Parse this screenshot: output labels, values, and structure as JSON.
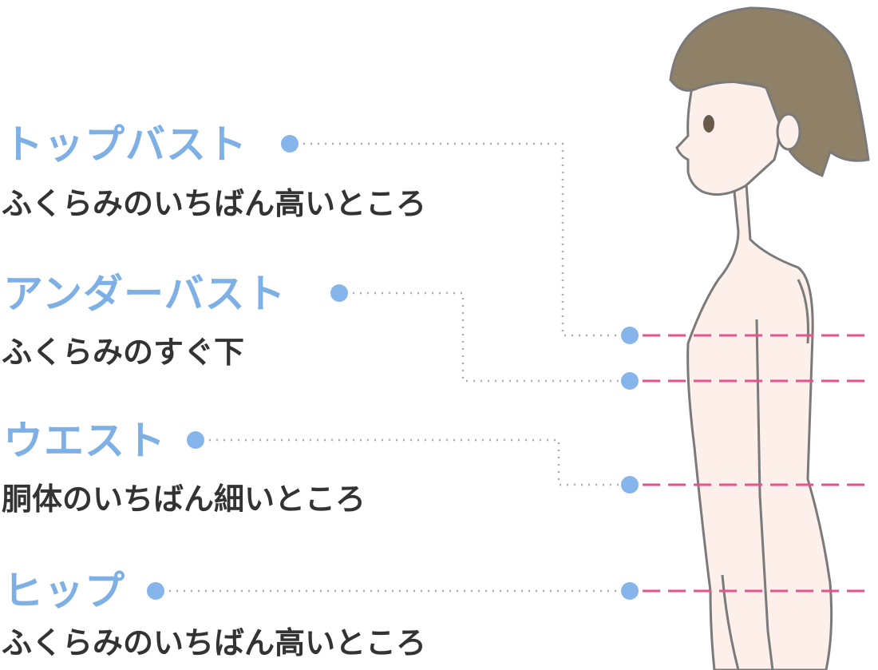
{
  "measurements": [
    {
      "title": "トップバスト",
      "description": "ふくらみのいちばん高いところ"
    },
    {
      "title": "アンダーバスト",
      "description": "ふくらみのすぐ下"
    },
    {
      "title": "ウエスト",
      "description": "胴体のいちばん細いところ"
    },
    {
      "title": "ヒップ",
      "description": "ふくらみのいちばん高いところ"
    }
  ],
  "colors": {
    "title": "#7eb0e6",
    "marker": "#85b5ea",
    "guide": "#a9adbd",
    "measure_line": "#e8508e",
    "hair": "#8f8068",
    "skin": "#fdeee8"
  }
}
